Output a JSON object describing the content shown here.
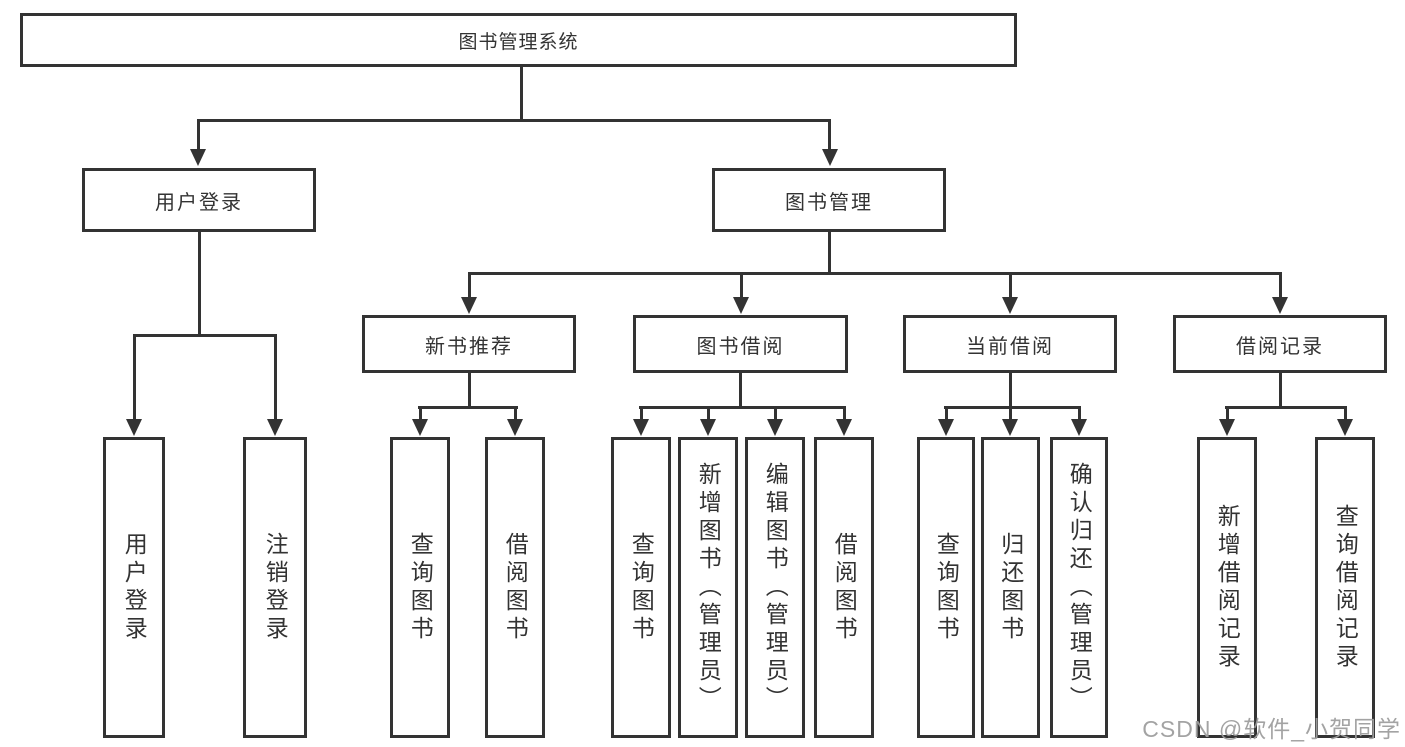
{
  "title": "图书管理系统",
  "nodes": {
    "root": "图书管理系统",
    "user_login": "用户登录",
    "book_mgmt": "图书管理",
    "new_book_rec": "新书推荐",
    "book_borrow": "图书借阅",
    "current_borrow": "当前借阅",
    "borrow_records": "借阅记录",
    "leaf_user_login": "用户登录",
    "leaf_logout": "注销登录",
    "leaf_nbr_query": "查询图书",
    "leaf_nbr_borrow": "借阅图书",
    "leaf_bb_query": "查询图书",
    "leaf_bb_add": "新增图书（管理员）",
    "leaf_bb_edit": "编辑图书（管理员）",
    "leaf_bb_borrow": "借阅图书",
    "leaf_cb_query": "查询图书",
    "leaf_cb_return": "归还图书",
    "leaf_cb_confirm": "确认归还（管理员）",
    "leaf_br_add": "新增借阅记录",
    "leaf_br_query": "查询借阅记录"
  },
  "watermark": "CSDN @软件_小贺同学",
  "colors": {
    "line": "#333333",
    "text": "#333333",
    "background": "#ffffff",
    "watermark": "#9e9e9e"
  }
}
